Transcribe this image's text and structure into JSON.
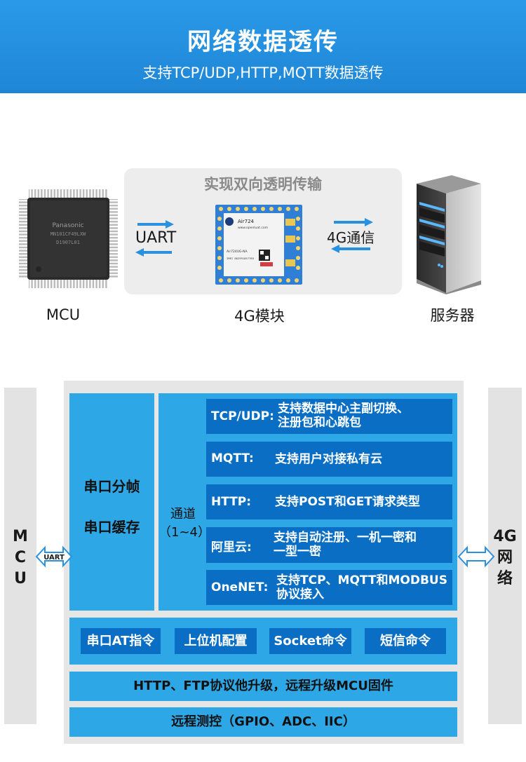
{
  "header": {
    "title": "网络数据透传",
    "subtitle": "支持TCP/UDP,HTTP,MQTT数据透传"
  },
  "top_diagram": {
    "panel_title": "实现双向透明传输",
    "uart_label": "UART",
    "net_label": "4G通信",
    "mcu_caption": "MCU",
    "module_caption": "4G模块",
    "server_caption": "服务器",
    "chip_print": [
      "Panasonic",
      "MN101CF49LXW",
      "D1907L01"
    ],
    "module_print": [
      "Air724",
      "www.openluat.com",
      "Air724UG-NA",
      "IMEI 862991057789"
    ]
  },
  "architecture": {
    "left_side": [
      "M",
      "C",
      "U"
    ],
    "right_side": [
      "4G",
      "网",
      "络"
    ],
    "uart_arrow_label": "UART",
    "serial_block": {
      "line1": "串口分帧",
      "line2": "串口缓存"
    },
    "channel_label": [
      "通道",
      "（1~4）"
    ],
    "protocols": [
      {
        "key": "TCP/UDP:",
        "value": [
          "支持数据中心主副切换、",
          "注册包和心跳包"
        ]
      },
      {
        "key": "MQTT:",
        "value": [
          "支持用户对接私有云"
        ]
      },
      {
        "key": "HTTP:",
        "value": [
          "支持POST和GET请求类型"
        ]
      },
      {
        "key": "阿里云:",
        "value": [
          "支持自动注册、一机一密和",
          "一型一密"
        ]
      },
      {
        "key": "OneNET:",
        "value": [
          "支持TCP、MQTT和MODBUS",
          "协议接入"
        ]
      }
    ],
    "commands": [
      "串口AT指令",
      "上位机配置",
      "Socket命令",
      "短信命令"
    ],
    "upgrade_bar": "HTTP、FTP协议他升级，远程升级MCU固件",
    "control_bar": "远程测控（GPIO、ADC、IIC）"
  },
  "colors": {
    "header": "#2a9ae8",
    "light_blue": "#2ea7e6",
    "dark_blue": "#0a6fc4",
    "grey": "#e6e6e6"
  }
}
